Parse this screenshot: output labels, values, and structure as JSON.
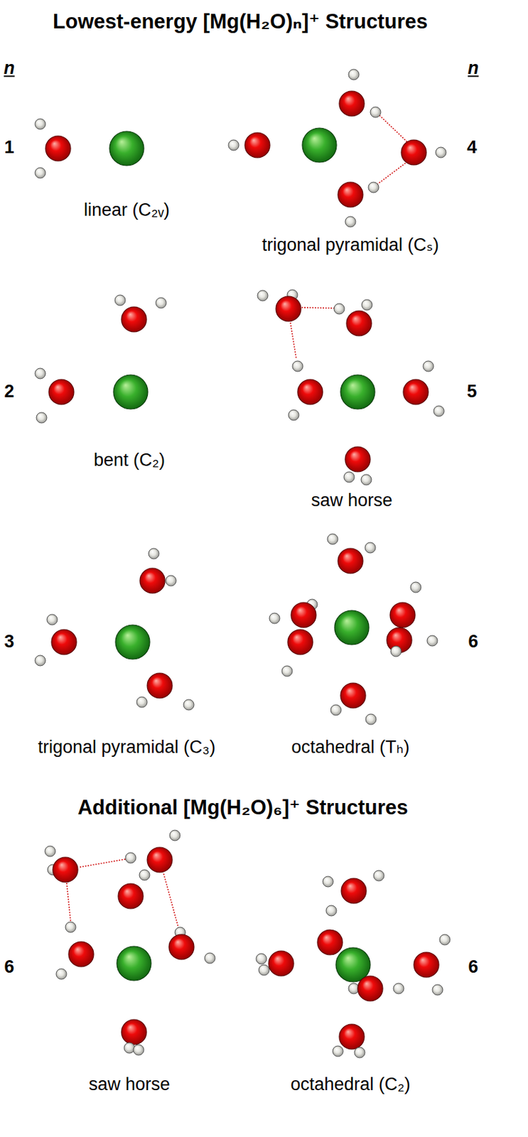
{
  "diagram": {
    "title": "Lowest-energy [Mg(H₂O)ₙ]⁺ Structures",
    "labels": [
      "n",
      "n",
      "1",
      "linear (C₂ᵥ)",
      "4",
      "trigonal pyramidal (Cₛ)",
      "2",
      "bent (C₂)",
      "5",
      "saw horse",
      "3",
      "trigonal pyramidal (C₃)",
      "6",
      "octahedral (Tₕ)",
      "Additional [Mg(H₂O)₆]⁺ Structures",
      "6",
      "saw horse",
      "6",
      "octahedral (C₂)"
    ]
  }
}
